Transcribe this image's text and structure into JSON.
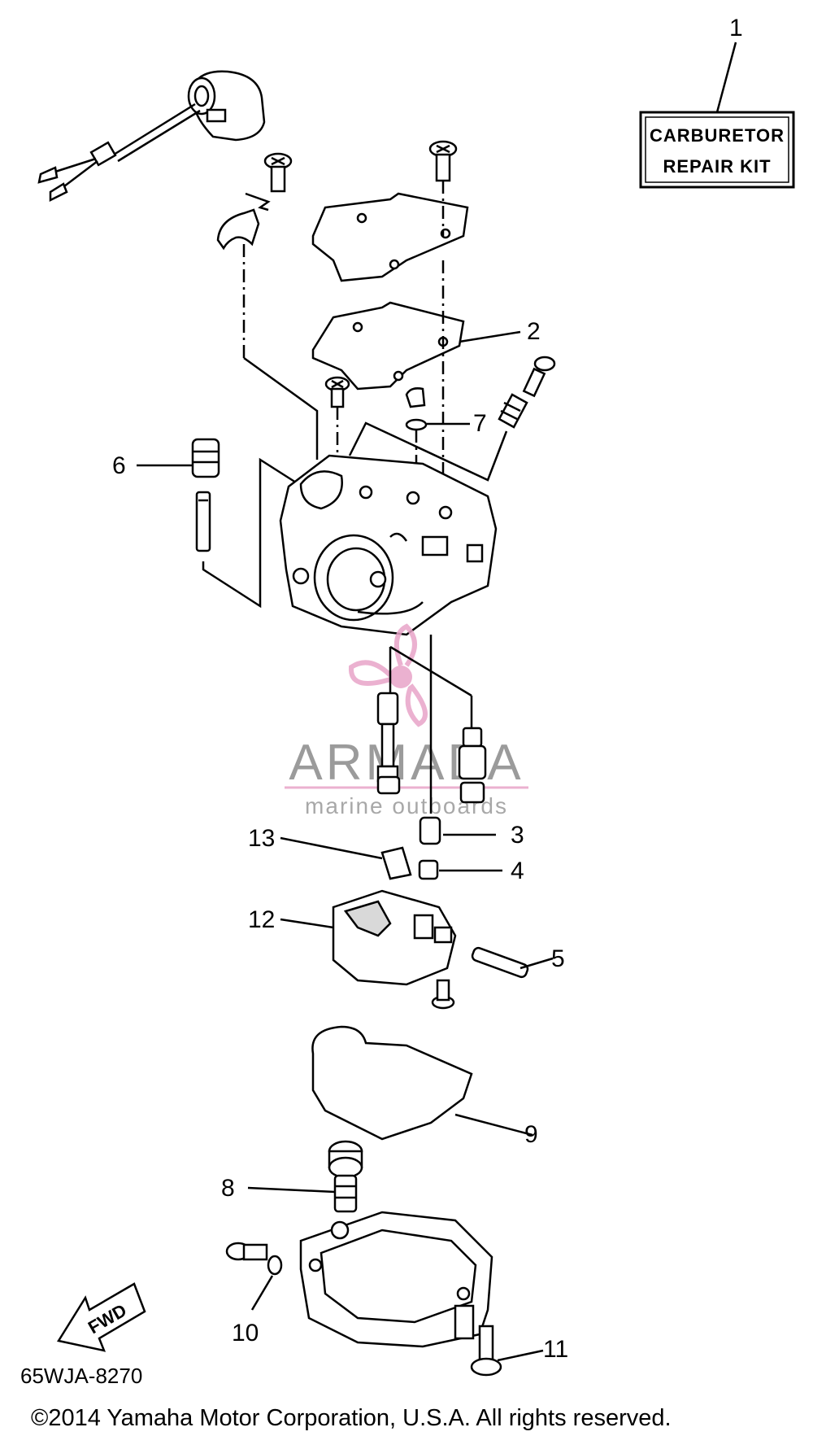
{
  "callouts": {
    "c1": "1",
    "c2": "2",
    "c3": "3",
    "c4": "4",
    "c5": "5",
    "c6": "6",
    "c7": "7",
    "c8": "8",
    "c9": "9",
    "c10": "10",
    "c11": "11",
    "c12": "12",
    "c13": "13"
  },
  "kit_box": {
    "line1": "CARBURETOR",
    "line2": "REPAIR KIT"
  },
  "fwd_label": "FWD",
  "diagram_code": "65WJA-8270",
  "copyright": "©2014 Yamaha Motor Corporation, U.S.A. All rights reserved.",
  "watermark": {
    "brand": "ARMADA",
    "tagline": "marine outboards",
    "color": "#e8a4c8"
  }
}
